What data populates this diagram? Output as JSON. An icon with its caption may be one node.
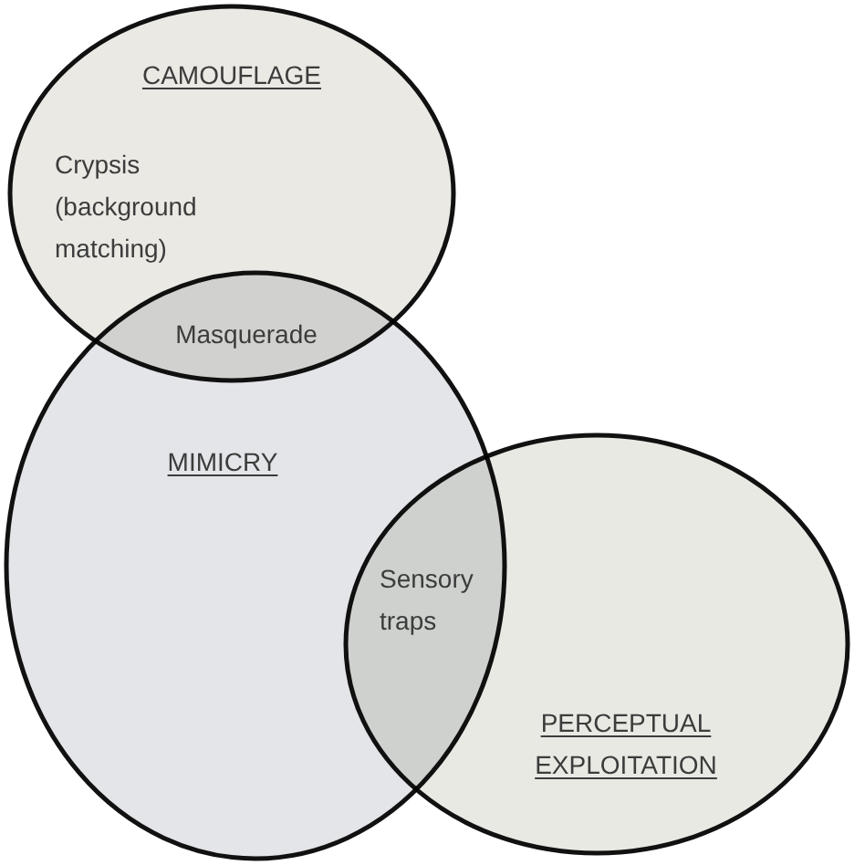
{
  "diagram": {
    "nodes": [
      {
        "text": [
          "CAMOUFLAGE",
          "Crypsis (background matching)"
        ]
      },
      {
        "text": [
          "MIMICRY"
        ]
      },
      {
        "text": [
          "PERCEPTUAL EXPLOITATION"
        ]
      }
    ],
    "labels": [
      "Masquerade",
      "Sensory traps"
    ]
  }
}
